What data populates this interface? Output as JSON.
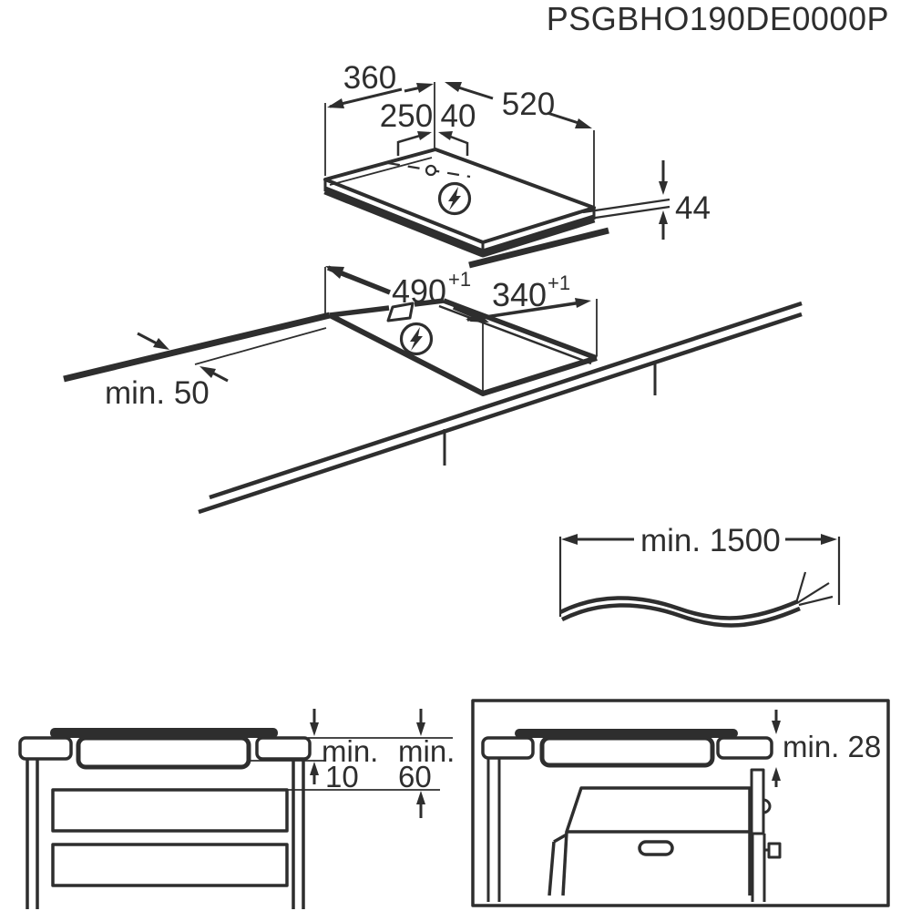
{
  "title": "PSGBHO190DE0000P",
  "colors": {
    "line": "#2e2e2e",
    "background": "#ffffff"
  },
  "top_view": {
    "total_width": "360",
    "cable_position": "250",
    "cable_width": "40",
    "total_depth": "520",
    "build_in_height": "44"
  },
  "cutout_view": {
    "rear_clearance": "min. 50",
    "cutout_length": "490",
    "cutout_length_tolerance": "+1",
    "cutout_width": "340",
    "cutout_width_tolerance": "+1"
  },
  "cable_view": {
    "cable_length": "min. 1500"
  },
  "drawer_side_view": {
    "clearance_min_label_1": "min.",
    "clearance_value_1": "10",
    "clearance_min_label_2": "min.",
    "clearance_value_2": "60"
  },
  "oven_side_view": {
    "clearance": "min. 28"
  }
}
